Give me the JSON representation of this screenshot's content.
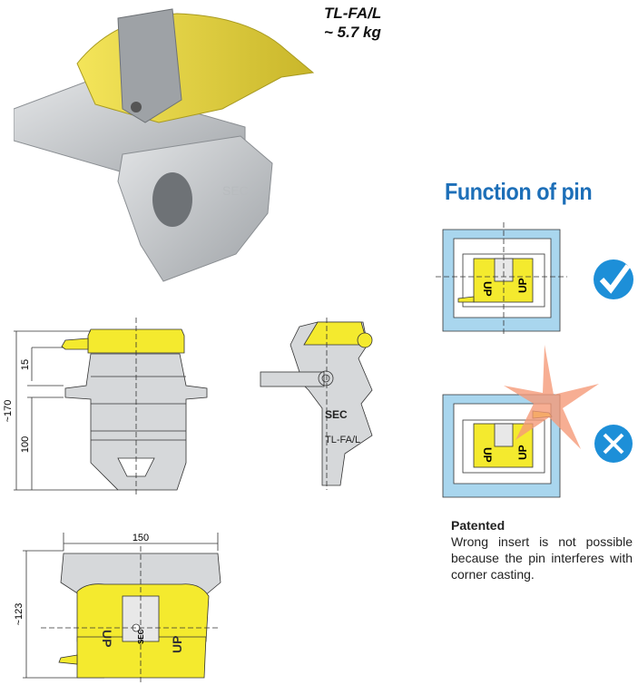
{
  "product": {
    "model": "TL-FA/L",
    "weight": "~ 5.7 kg"
  },
  "function_section": {
    "title": "Function of pin",
    "correct_icon": "checkmark-circle-icon",
    "wrong_icon": "cross-circle-icon",
    "insert_label": "UP"
  },
  "drawings": {
    "front": {
      "dim_total": "~170",
      "dim_top": "15",
      "dim_bottom": "100"
    },
    "side": {
      "logo": "SEC",
      "label": "TL-FA/L"
    },
    "bottom": {
      "dim_width": "150",
      "dim_height": "~123",
      "insert_label": "UP",
      "logo": "SEC"
    }
  },
  "note": {
    "heading": "Patented",
    "text": "Wrong insert is not possible because the pin interferes with corner casting."
  },
  "colors": {
    "yellow": "#f2e33a",
    "grey": "#d4d6d8",
    "blue": "#1d6fb8",
    "container": "#a9d6ee"
  }
}
